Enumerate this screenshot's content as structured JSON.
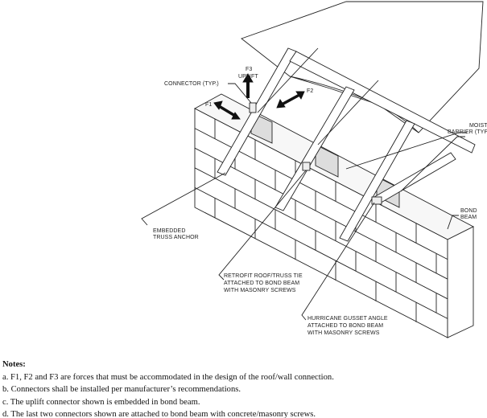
{
  "labels": {
    "f3": "F3",
    "uplift": "UPLIFT",
    "connector": "CONNECTOR (TYP.)",
    "f1": "F1",
    "f2": "F2",
    "moisture_1": "MOISTURE",
    "moisture_2": "BARRIER (TYP.)",
    "bond_1": "BOND",
    "bond_2": "BEAM",
    "embedded_1": "EMBEDDED",
    "embedded_2": "TRUSS ANCHOR",
    "retrofit_1": "RETROFIT ROOF/TRUSS TIE",
    "retrofit_2": "ATTACHED TO BOND BEAM",
    "retrofit_3": "WITH MASONRY SCREWS",
    "gusset_1": "HURRICANE GUSSET ANGLE",
    "gusset_2": "ATTACHED TO BOND BEAM",
    "gusset_3": "WITH MASONRY SCREWS"
  },
  "notes": {
    "heading": "Notes:",
    "items": [
      "a. F1, F2 and F3 are forces that must be accommodated in the design of the roof/wall connection.",
      "b. Connectors shall be installed per manufacturer’s recommendations.",
      "c. The uplift connector shown is embedded in bond beam.",
      "d. The last two connectors shown are attached to bond beam with concrete/masonry screws."
    ]
  }
}
